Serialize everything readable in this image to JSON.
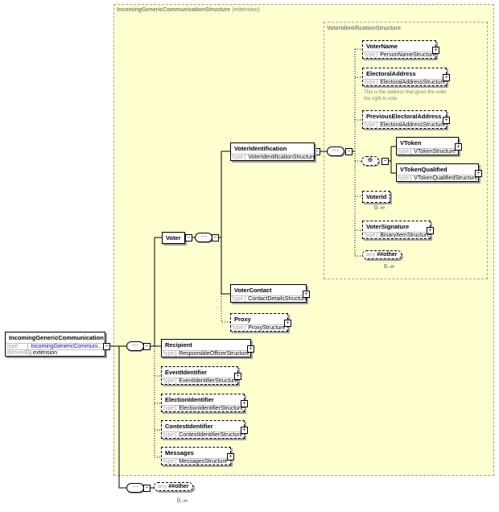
{
  "diagram": {
    "outer_group": {
      "name": "IncomingGenericCommunicationStructure",
      "qualifier": "(extension)"
    },
    "inner_group": {
      "name": "VoterIdentificationStructure"
    },
    "root": {
      "name": "IncomingGenericCommunication",
      "type_label": "type",
      "type": "IncomingGenericCommuni...",
      "derived_label": "derivedBy",
      "derived": "extension"
    },
    "elements": [
      {
        "name": "VoterName",
        "type_label": "type",
        "type": "PersonNameStructure",
        "optional": true
      },
      {
        "name": "ElectoralAddress",
        "type_label": "type",
        "type": "ElectoralAddressStructure",
        "optional": true
      },
      {
        "name": "PreviousElectoralAddress",
        "type_label": "type",
        "type": "ElectoralAddressStructure",
        "optional": true
      },
      {
        "name": "VToken",
        "type_label": "type",
        "type": "VTokenStructure",
        "optional": false
      },
      {
        "name": "VTokenQualified",
        "type_label": "type",
        "type": "VTokenQualifiedStructure",
        "optional": false
      },
      {
        "name": "VoterSignature",
        "type_label": "type",
        "type": "BinaryItemStructure",
        "optional": true
      },
      {
        "name": "VoterIdentification",
        "type_label": "type",
        "type": "VoterIdentificationStructure",
        "optional": false
      },
      {
        "name": "VoterContact",
        "type_label": "type",
        "type": "ContactDetailsStructure",
        "optional": false
      },
      {
        "name": "Proxy",
        "type_label": "type",
        "type": "ProxyStructure",
        "optional": true
      },
      {
        "name": "Recipient",
        "type_label": "type",
        "type": "ResponsibleOfficerStructure",
        "optional": false
      },
      {
        "name": "EventIdentifier",
        "type_label": "type",
        "type": "EventIdentifierStructure",
        "optional": true
      },
      {
        "name": "ElectionIdentifier",
        "type_label": "type",
        "type": "ElectionIdentifierStructure",
        "optional": true
      },
      {
        "name": "ContestIdentifier",
        "type_label": "type",
        "type": "ContestIdentifierStructure",
        "optional": true
      },
      {
        "name": "Messages",
        "type_label": "type",
        "type": "MessagesStructure",
        "optional": true
      }
    ],
    "electoral_address_annotation": "This is the address that gives the voter the right to vote",
    "voter": {
      "name": "Voter"
    },
    "voter_id": {
      "name": "VoterId",
      "cardinality": "0..∞"
    },
    "any_inner": {
      "keyword": "any",
      "namespace": "##other",
      "cardinality": "0..∞"
    },
    "any_outer": {
      "keyword": "any",
      "namespace": "##other",
      "cardinality": "0..∞"
    },
    "colors": {
      "group_fill": "#ffffd0",
      "group_border": "#a0a0a0",
      "type_link": "#0000cc"
    }
  }
}
